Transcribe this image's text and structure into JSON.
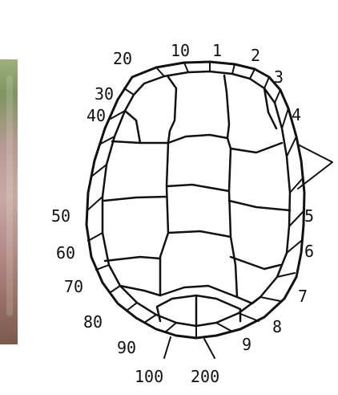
{
  "labels": {
    "l1": "1",
    "l2": "2",
    "l3": "3",
    "l4": "4",
    "l5": "5",
    "l6": "6",
    "l7": "7",
    "l8": "8",
    "l9": "9",
    "l10": "10",
    "l20": "20",
    "l30": "30",
    "l40": "40",
    "l50": "50",
    "l60": "60",
    "l70": "70",
    "l80": "80",
    "l90": "90",
    "l100": "100",
    "l200": "200"
  },
  "colors": {
    "line": "#111111",
    "background": "#ffffff"
  }
}
